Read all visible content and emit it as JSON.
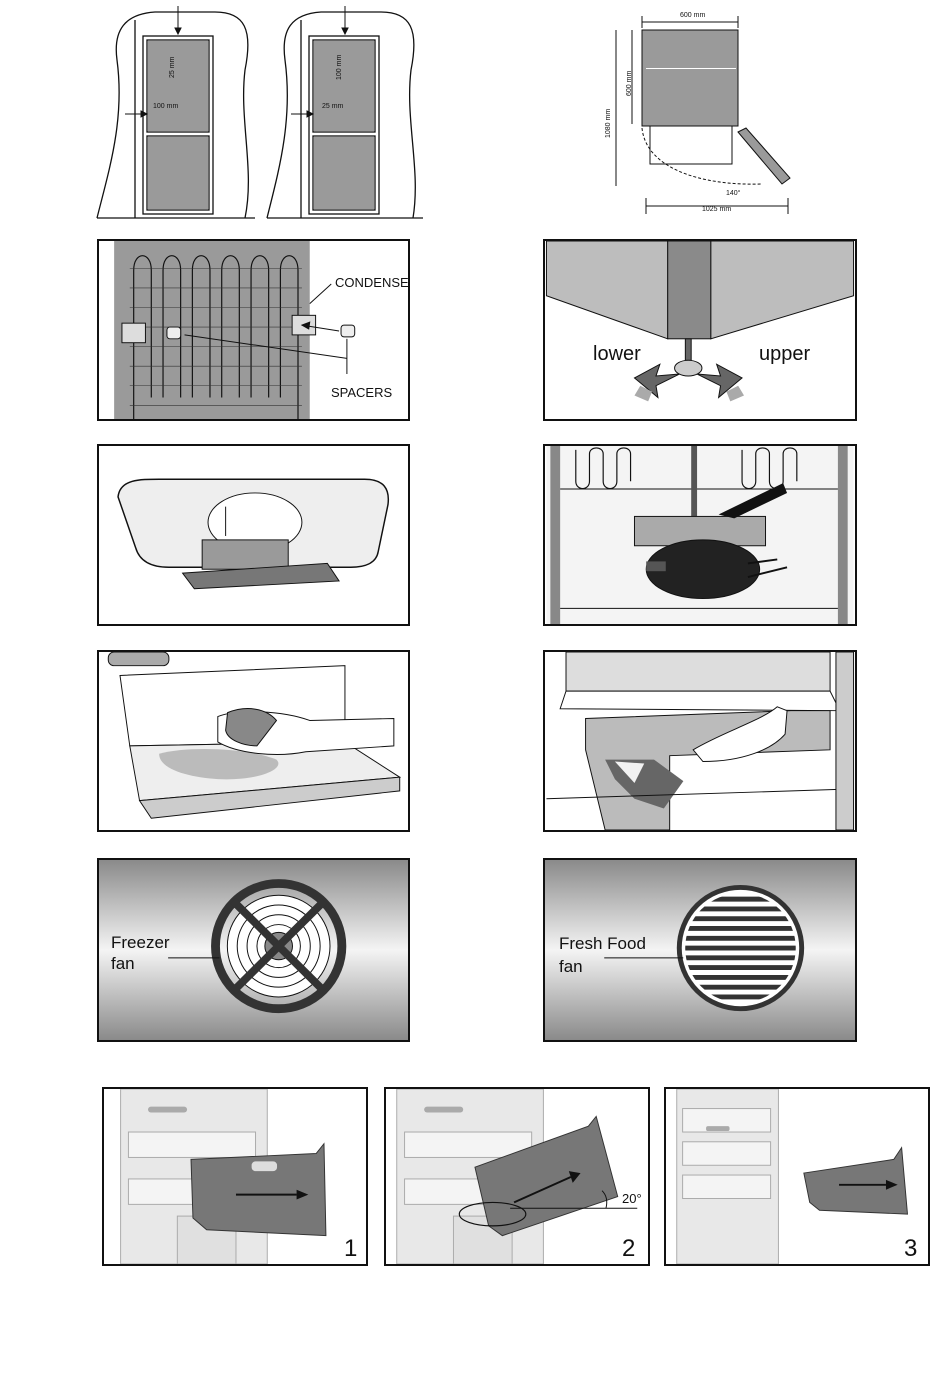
{
  "page": {
    "background": "#ffffff",
    "line_color": "#111111",
    "gray_fill": "#9a9a9a"
  },
  "fig_clearance": {
    "left_top_gap": "25 mm",
    "left_side_gap": "100 mm",
    "right_top_gap": "100 mm",
    "right_side_gap": "25 mm"
  },
  "fig_door_dimensions": {
    "width": "600 mm",
    "depth": "600 mm",
    "height": "1080 mm",
    "angle": "140°",
    "open_depth": "1025 mm"
  },
  "fig_condenser": {
    "condenser_label": "CONDENSER",
    "spacers_label": "SPACERS"
  },
  "fig_feet": {
    "lower_label": "lower",
    "upper_label": "upper"
  },
  "fig_fans": {
    "freezer_label_line1": "Freezer",
    "freezer_label_line2": "fan",
    "fresh_label_line1": "Fresh Food",
    "fresh_label_line2": "fan"
  },
  "fig_drawer_steps": {
    "step1": "1",
    "step2": "2",
    "step3": "3",
    "angle": "20°"
  }
}
